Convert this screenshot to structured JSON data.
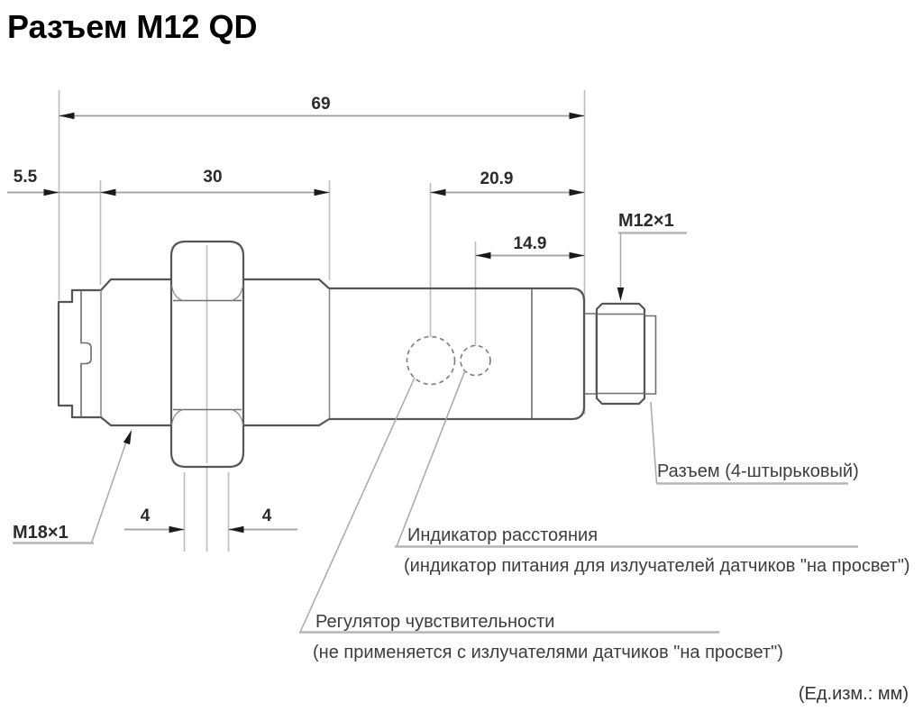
{
  "page": {
    "title": "Разъем M12 QD",
    "units_note": "(Ед.изм.: мм)"
  },
  "drawing": {
    "dimensions": {
      "overall_length": "69",
      "front_cap_length": "5.5",
      "thread_section_length": "30",
      "rear_section_length": "20.9",
      "indicator_offset": "14.9",
      "nut_front": "4",
      "nut_rear": "4"
    },
    "threads": {
      "housing": "M18×1",
      "connector": "M12×1"
    },
    "callouts": {
      "connector": "Разъем (4-штырьковый)",
      "indicator_title": "Индикатор расстояния",
      "indicator_note": "(индикатор питания для излучателей датчиков \"на просвет\")",
      "adjuster_title": "Регулятор чувствительности",
      "adjuster_note": "(не применяется с излучателями датчиков \"на просвет\")"
    },
    "colors": {
      "outline": "#555555",
      "dimension_line": "#9e9e9e",
      "extension_line": "#bcbcbc",
      "arrow": "#1a1a1a",
      "text": "#2b2b2b",
      "background": "#ffffff"
    }
  }
}
